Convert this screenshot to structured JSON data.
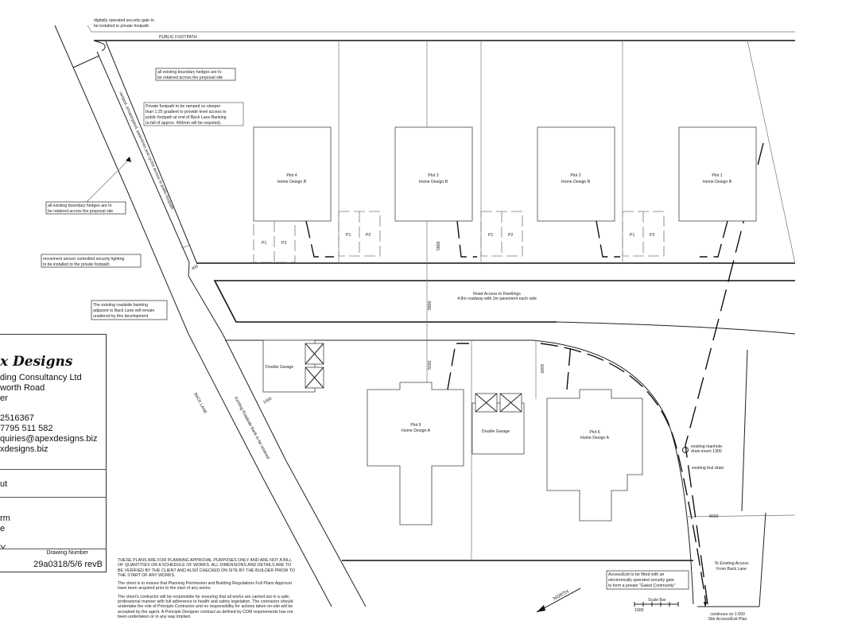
{
  "annotations": {
    "gate": [
      "digitally operated security gate to",
      "be installed to private footpath"
    ],
    "public_footpath": "PUBLIC FOOTPATH",
    "hedges_top": [
      "all existing boundary hedges are to",
      "be retained across the proposal site"
    ],
    "ramp": [
      "Private footpath to be ramped no steeper",
      "than 1:25 gradient to provide level access to",
      "public footpath at end of Back Lane Banking",
      "(a fall of approx. 400mm will be required)."
    ],
    "footpath_diag": "ramped, private/gated, pedestrian and cyclist access to public footpath",
    "hedges_left": [
      "all existing boundary hedges are to",
      "be retained across the proposal site"
    ],
    "lighting": [
      "movement sensor controlled security lighting",
      "to be installed to the private footpath"
    ],
    "banking": [
      "The existing roadside banking",
      "adjacent to Back Lane will remain",
      "unaltered by this development"
    ],
    "road_access": [
      "Road Access to Dwellings",
      "4.8m roadway with 2m pavement each side"
    ],
    "back_lane": "BACK LANE",
    "roadside_bank": "Existing Roadside Bank to be retained",
    "manhole": [
      "existing manhole:",
      "drain invert 1300"
    ],
    "foul_drain": "existing foul drain",
    "to_access": [
      "To Existing Access",
      "From Back Lane"
    ],
    "gated": [
      "Access/Exit to be fitted with an",
      "electronically operated security gate",
      "to form a private \"Gated Community\""
    ],
    "scale_bar": "Scale Bar",
    "scale_val": "1000",
    "continues": [
      "continues on 1:500",
      "Site Access/Exit Plan"
    ],
    "north": "NORTH"
  },
  "dimensions": {
    "d400": "400",
    "d5800": "5800",
    "d5000": "5000",
    "d6000a": "6000",
    "d6000b": "6000",
    "d1000": "1000",
    "d8000": "8000"
  },
  "plots": [
    {
      "name": "Plot 4",
      "design": "Home Design B"
    },
    {
      "name": "Plot 3",
      "design": "Home Design B"
    },
    {
      "name": "Plot 2",
      "design": "Home Design B"
    },
    {
      "name": "Plot 1",
      "design": "Home Design B"
    },
    {
      "name": "Plot 5",
      "design": "Home Design A"
    },
    {
      "name": "Plot 6",
      "design": "Home Design A"
    }
  ],
  "parking": {
    "p1": "P1",
    "p2": "P2"
  },
  "garage_label": "Double Garage",
  "title_block": {
    "logo": "x Designs",
    "company": "ding Consultancy Ltd",
    "address1": "worth Road",
    "address2": "er",
    "phone": "2516367",
    "mobile": "7795 511 582",
    "email": "quiries@apexdesigns.biz",
    "web": "xdesigns.biz",
    "title": "ut",
    "client1": "rm",
    "client2": "e",
    "client3": "Y",
    "drawing_number_label": "Drawing Number",
    "drawing_number": "29a0318/5/6 revB"
  },
  "notes": [
    "THESE PLANS ARE FOR PLANNING APPROVAL PURPOSES ONLY AND ARE NOT A BILL OF QUANTITIES OR A SCHEDULE OF WORKS. ALL DIMENSIONS AND DETAILS ARE TO BE VERIFIED BY THE CLIENT AND ALSO CHECKED ON SITE BY THE BUILDER PRIOR TO THE START OF ANY WORKS.",
    "The client is to ensure that Planning Permission and Building Regulations Full Plans Approval have been acquired prior to the start of any works.",
    "The client's contractor will be responsible for ensuring that all works are carried out in a safe, professional manner with full adherence to health and safety legislation. The contractor should undertake the role of Principle Contractor and no responsibility for actions taken on-site will be accepted by the agent. A Principle Designer contract as defined by CDM requirements has not been undertaken or in any way implied."
  ]
}
